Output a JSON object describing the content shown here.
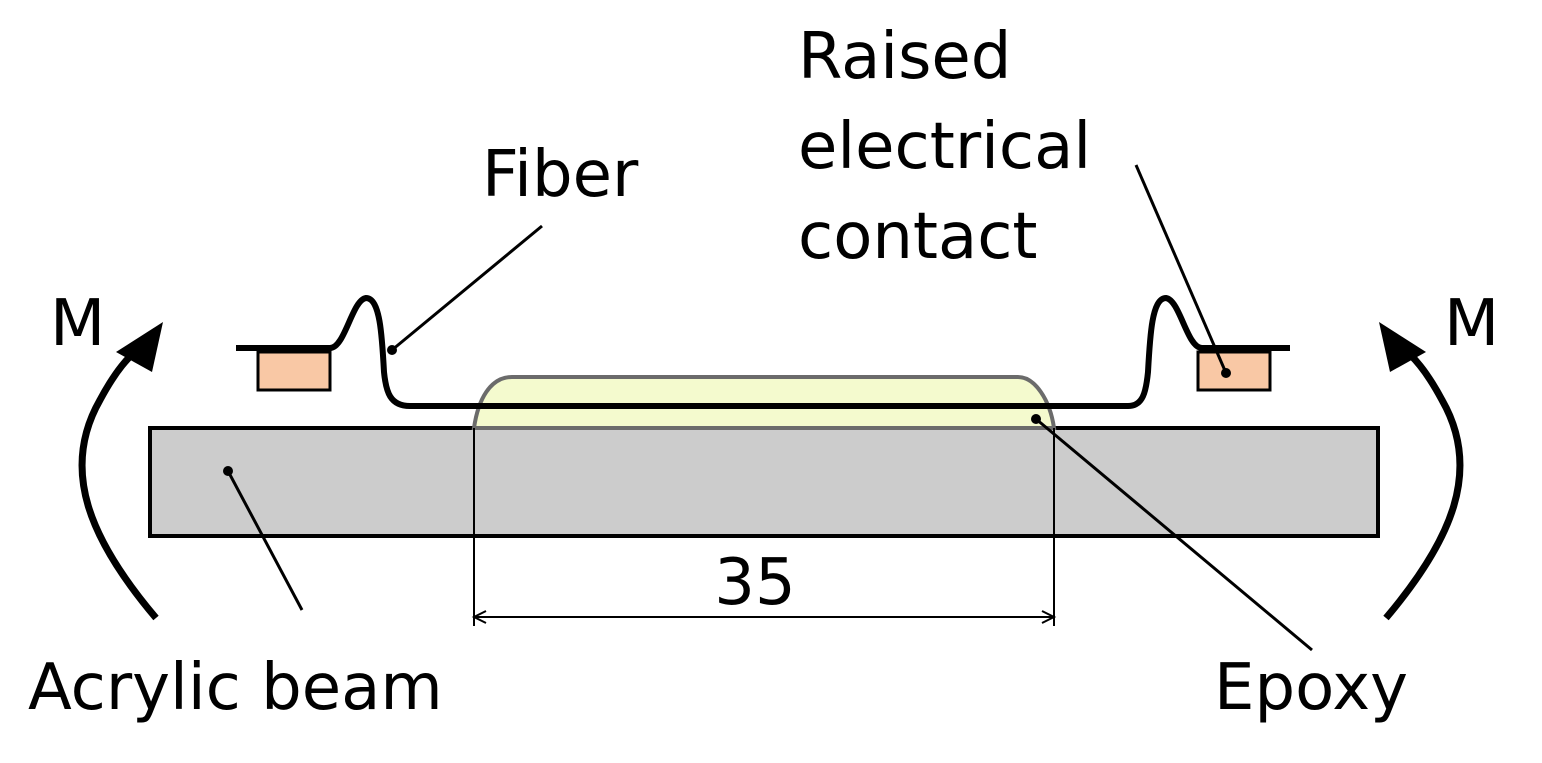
{
  "labels": {
    "fiber": "Fiber",
    "contact_line1": "Raised",
    "contact_line2": "electrical",
    "contact_line3": "contact",
    "moment_left": "M",
    "moment_right": "M",
    "beam": "Acrylic beam",
    "epoxy": "Epoxy",
    "dimension": "35"
  },
  "colors": {
    "beam_fill": "#cccccc",
    "contact_fill": "#f9c8a5",
    "epoxy_fill": "#f2f9c5",
    "line": "#000000"
  }
}
